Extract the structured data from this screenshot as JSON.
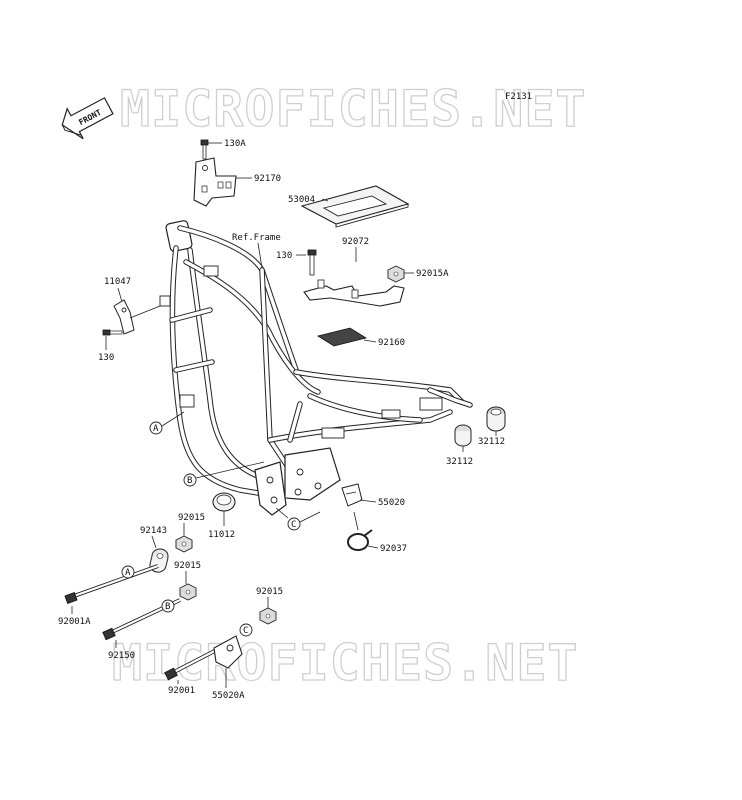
{
  "diagram_code": "F2131",
  "watermark_text": "MICROFICHES.NET",
  "front_label": "FRONT",
  "ref_frame_label": "Ref.Frame",
  "callouts": {
    "130A": "130A",
    "92170": "92170",
    "53004": "53004",
    "130_top": "130",
    "92072": "92072",
    "92015A": "92015A",
    "11047": "11047",
    "130_left": "130",
    "92160": "92160",
    "32112_right": "32112",
    "32112_mid": "32112",
    "55020": "55020",
    "11012": "11012",
    "92037": "92037",
    "92015_a": "92015",
    "92143": "92143",
    "92015_b": "92015",
    "92015_c": "92015",
    "92001A": "92001A",
    "92150": "92150",
    "92001": "92001",
    "55020A": "55020A"
  },
  "ref_markers": {
    "A1": "A",
    "B1": "B",
    "C1": "C",
    "A2": "A",
    "B2": "B",
    "C2": "C"
  }
}
